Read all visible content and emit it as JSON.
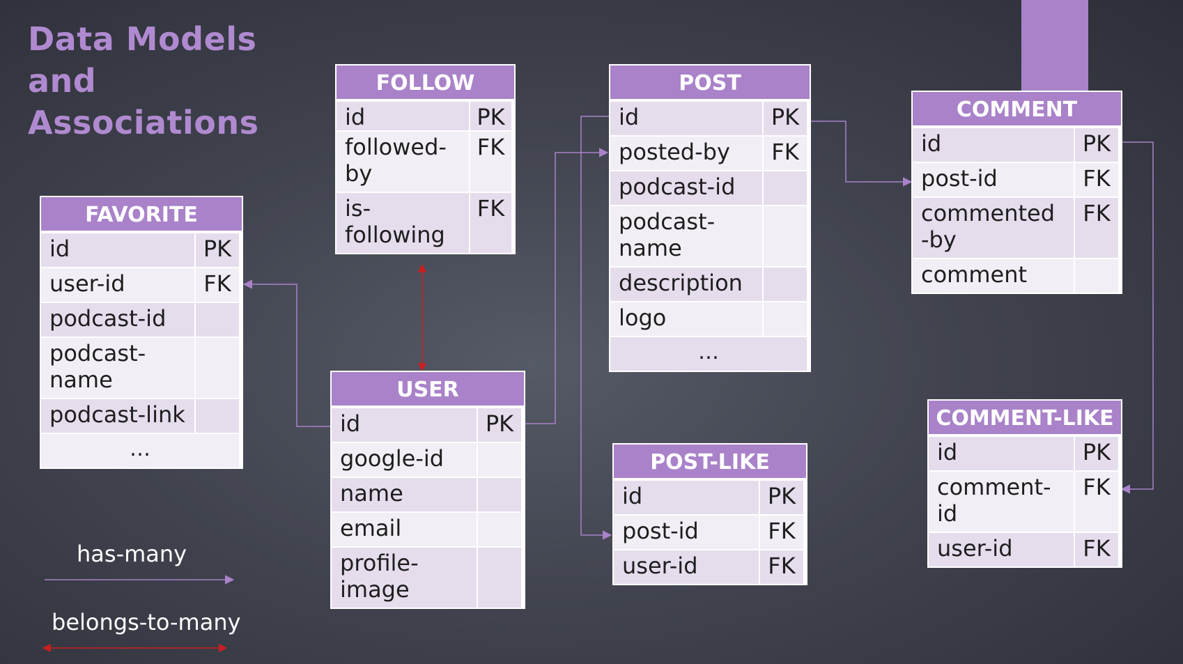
{
  "title": [
    "Data Models",
    "and",
    "Associations"
  ],
  "colors": {
    "accent": "#a982c9",
    "has_many": "#a982c9",
    "belongs_to_many": "#cc1f1f"
  },
  "legend": {
    "has_many": "has-many",
    "belongs_to_many": "belongs-to-many"
  },
  "entities": {
    "follow": {
      "name": "FOLLOW",
      "rows": [
        {
          "field": "id",
          "key": "PK"
        },
        {
          "field": "followed-\nby",
          "key": "FK"
        },
        {
          "field": "is-\nfollowing",
          "key": "FK"
        }
      ]
    },
    "post": {
      "name": "POST",
      "rows": [
        {
          "field": "id",
          "key": "PK"
        },
        {
          "field": "posted-by",
          "key": "FK"
        },
        {
          "field": "podcast-id",
          "key": ""
        },
        {
          "field": "podcast-\nname",
          "key": ""
        },
        {
          "field": "description",
          "key": ""
        },
        {
          "field": "logo",
          "key": ""
        }
      ],
      "ellipsis": "…"
    },
    "comment": {
      "name": "COMMENT",
      "rows": [
        {
          "field": "id",
          "key": "PK"
        },
        {
          "field": "post-id",
          "key": "FK"
        },
        {
          "field": "commented\n-by",
          "key": "FK"
        },
        {
          "field": "comment",
          "key": ""
        }
      ]
    },
    "favorite": {
      "name": "FAVORITE",
      "rows": [
        {
          "field": "id",
          "key": "PK"
        },
        {
          "field": "user-id",
          "key": "FK"
        },
        {
          "field": "podcast-id",
          "key": ""
        },
        {
          "field": "podcast-\nname",
          "key": ""
        },
        {
          "field": "podcast-link",
          "key": ""
        }
      ],
      "ellipsis": "…"
    },
    "user": {
      "name": "USER",
      "rows": [
        {
          "field": "id",
          "key": "PK"
        },
        {
          "field": "google-id",
          "key": ""
        },
        {
          "field": "name",
          "key": ""
        },
        {
          "field": "email",
          "key": ""
        },
        {
          "field": "profile-\nimage",
          "key": ""
        }
      ]
    },
    "post_like": {
      "name": "POST-LIKE",
      "rows": [
        {
          "field": "id",
          "key": "PK"
        },
        {
          "field": "post-id",
          "key": "FK"
        },
        {
          "field": "user-id",
          "key": "FK"
        }
      ]
    },
    "comment_like": {
      "name": "COMMENT-LIKE",
      "rows": [
        {
          "field": "id",
          "key": "PK"
        },
        {
          "field": "comment-\nid",
          "key": "FK"
        },
        {
          "field": "user-id",
          "key": "FK"
        }
      ]
    }
  }
}
